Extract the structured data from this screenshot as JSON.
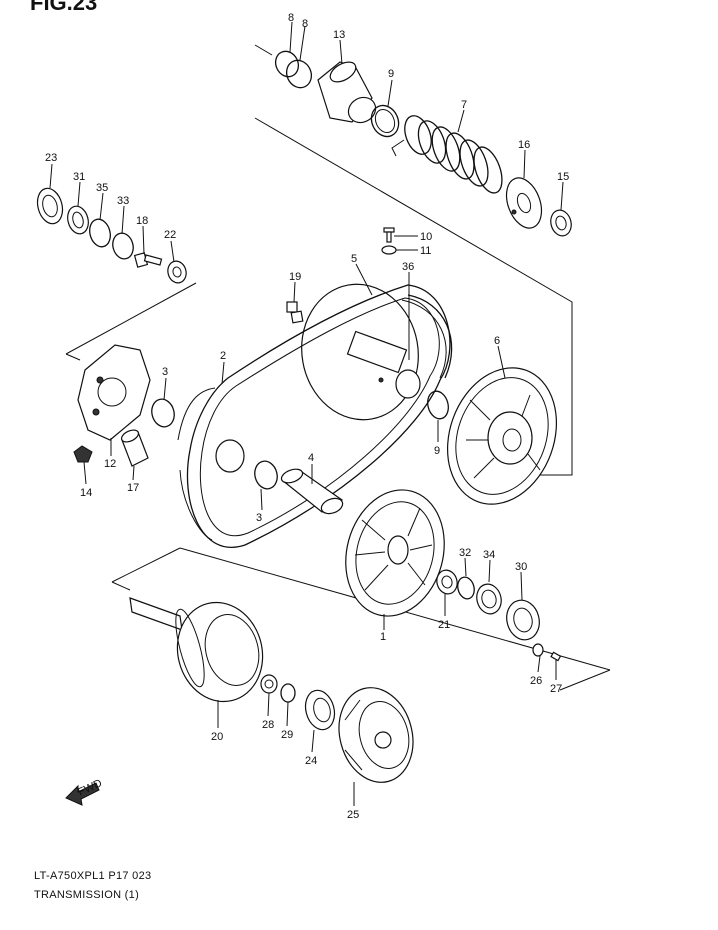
{
  "figure": {
    "title": "FIG.23",
    "model_code": "LT-A750XPL1 P17  023",
    "section": "TRANSMISSION (1)",
    "fwd": "FWD"
  },
  "labels": [
    "8",
    "8",
    "13",
    "9",
    "7",
    "16",
    "15",
    "23",
    "31",
    "35",
    "33",
    "18",
    "22",
    "10",
    "11",
    "19",
    "5",
    "36",
    "3",
    "2",
    "6",
    "9",
    "4",
    "3",
    "12",
    "17",
    "14",
    "1",
    "32",
    "34",
    "30",
    "21",
    "26",
    "27",
    "20",
    "28",
    "29",
    "24",
    "25"
  ]
}
